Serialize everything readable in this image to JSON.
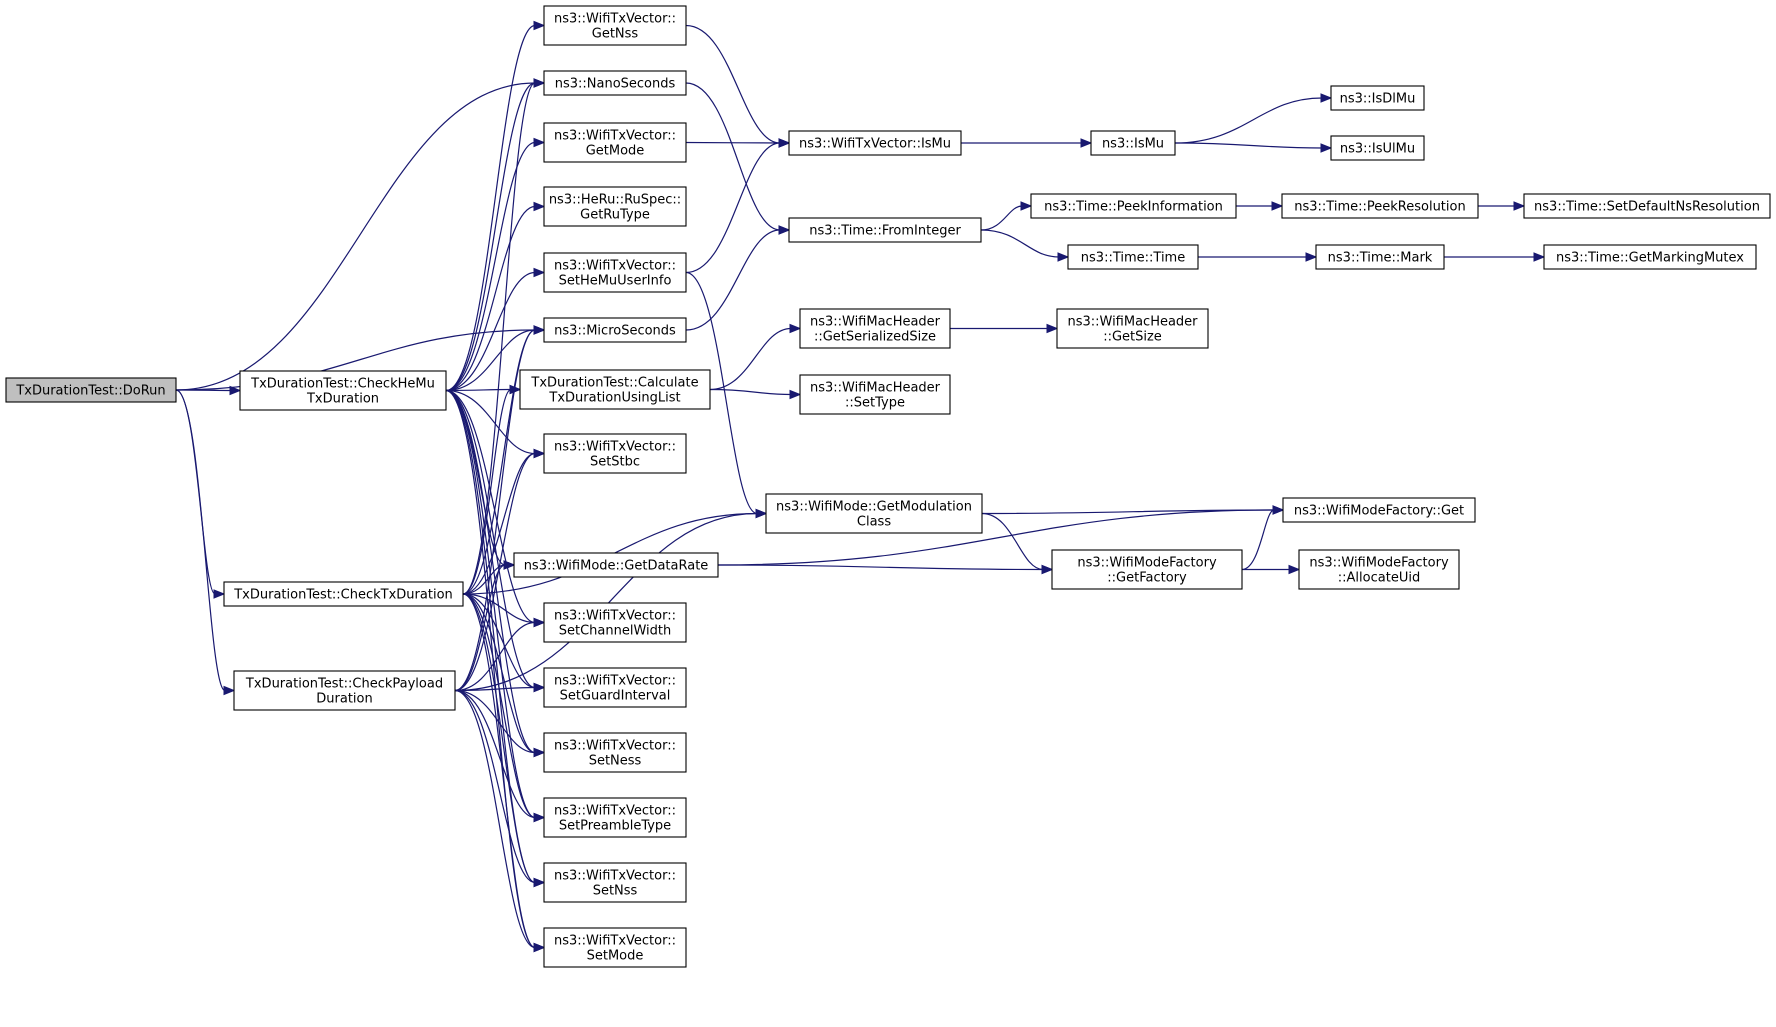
{
  "colors": {
    "edge": "#191970",
    "node_border": "#000000",
    "root_fill": "#bfbfbf",
    "node_fill": "#ffffff"
  },
  "nodes": [
    {
      "id": "dorun",
      "lines": [
        "TxDurationTest::DoRun"
      ],
      "root": true
    },
    {
      "id": "checkhemu",
      "lines": [
        "TxDurationTest::CheckHeMu",
        "TxDuration"
      ]
    },
    {
      "id": "checktx",
      "lines": [
        "TxDurationTest::CheckTxDuration"
      ]
    },
    {
      "id": "checkpayload",
      "lines": [
        "TxDurationTest::CheckPayload",
        "Duration"
      ]
    },
    {
      "id": "getnss",
      "lines": [
        "ns3::WifiTxVector::",
        "GetNss"
      ]
    },
    {
      "id": "nanoseconds",
      "lines": [
        "ns3::NanoSeconds"
      ]
    },
    {
      "id": "getmode",
      "lines": [
        "ns3::WifiTxVector::",
        "GetMode"
      ]
    },
    {
      "id": "getrutype",
      "lines": [
        "ns3::HeRu::RuSpec::",
        "GetRuType"
      ]
    },
    {
      "id": "sethemu",
      "lines": [
        "ns3::WifiTxVector::",
        "SetHeMuUserInfo"
      ]
    },
    {
      "id": "microseconds",
      "lines": [
        "ns3::MicroSeconds"
      ]
    },
    {
      "id": "calclist",
      "lines": [
        "TxDurationTest::Calculate",
        "TxDurationUsingList"
      ]
    },
    {
      "id": "setstbc",
      "lines": [
        "ns3::WifiTxVector::",
        "SetStbc"
      ]
    },
    {
      "id": "getdatarate",
      "lines": [
        "ns3::WifiMode::GetDataRate"
      ]
    },
    {
      "id": "setchw",
      "lines": [
        "ns3::WifiTxVector::",
        "SetChannelWidth"
      ]
    },
    {
      "id": "setgi",
      "lines": [
        "ns3::WifiTxVector::",
        "SetGuardInterval"
      ]
    },
    {
      "id": "setness",
      "lines": [
        "ns3::WifiTxVector::",
        "SetNess"
      ]
    },
    {
      "id": "setpre",
      "lines": [
        "ns3::WifiTxVector::",
        "SetPreambleType"
      ]
    },
    {
      "id": "setnss",
      "lines": [
        "ns3::WifiTxVector::",
        "SetNss"
      ]
    },
    {
      "id": "setmode",
      "lines": [
        "ns3::WifiTxVector::",
        "SetMode"
      ]
    },
    {
      "id": "ismuvec",
      "lines": [
        "ns3::WifiTxVector::IsMu"
      ]
    },
    {
      "id": "frominteger",
      "lines": [
        "ns3::Time::FromInteger"
      ]
    },
    {
      "id": "getserial",
      "lines": [
        "ns3::WifiMacHeader",
        "::GetSerializedSize"
      ]
    },
    {
      "id": "settype",
      "lines": [
        "ns3::WifiMacHeader",
        "::SetType"
      ]
    },
    {
      "id": "getmodclass",
      "lines": [
        "ns3::WifiMode::GetModulation",
        "Class"
      ]
    },
    {
      "id": "ismu",
      "lines": [
        "ns3::IsMu"
      ]
    },
    {
      "id": "isdlmu",
      "lines": [
        "ns3::IsDlMu"
      ]
    },
    {
      "id": "isulmu",
      "lines": [
        "ns3::IsUlMu"
      ]
    },
    {
      "id": "peekinfo",
      "lines": [
        "ns3::Time::PeekInformation"
      ]
    },
    {
      "id": "peekres",
      "lines": [
        "ns3::Time::PeekResolution"
      ]
    },
    {
      "id": "setdefns",
      "lines": [
        "ns3::Time::SetDefaultNsResolution"
      ]
    },
    {
      "id": "timetime",
      "lines": [
        "ns3::Time::Time"
      ]
    },
    {
      "id": "mark",
      "lines": [
        "ns3::Time::Mark"
      ]
    },
    {
      "id": "getmutex",
      "lines": [
        "ns3::Time::GetMarkingMutex"
      ]
    },
    {
      "id": "getsize",
      "lines": [
        "ns3::WifiMacHeader",
        "::GetSize"
      ]
    },
    {
      "id": "factoryget",
      "lines": [
        "ns3::WifiModeFactory::Get"
      ]
    },
    {
      "id": "getfactory",
      "lines": [
        "ns3::WifiModeFactory",
        "::GetFactory"
      ]
    },
    {
      "id": "allocuid",
      "lines": [
        "ns3::WifiModeFactory",
        "::AllocateUid"
      ]
    }
  ],
  "edges": [
    [
      "dorun",
      "checkhemu"
    ],
    [
      "dorun",
      "checktx"
    ],
    [
      "dorun",
      "checkpayload"
    ],
    [
      "dorun",
      "nanoseconds"
    ],
    [
      "dorun",
      "microseconds"
    ],
    [
      "checkhemu",
      "getnss"
    ],
    [
      "checkhemu",
      "nanoseconds"
    ],
    [
      "checkhemu",
      "getmode"
    ],
    [
      "checkhemu",
      "getrutype"
    ],
    [
      "checkhemu",
      "sethemu"
    ],
    [
      "checkhemu",
      "microseconds"
    ],
    [
      "checkhemu",
      "calclist"
    ],
    [
      "checkhemu",
      "setstbc"
    ],
    [
      "checkhemu",
      "getdatarate"
    ],
    [
      "checkhemu",
      "setchw"
    ],
    [
      "checkhemu",
      "setgi"
    ],
    [
      "checkhemu",
      "setness"
    ],
    [
      "checkhemu",
      "setpre"
    ],
    [
      "checkhemu",
      "setnss"
    ],
    [
      "checkhemu",
      "setmode"
    ],
    [
      "checktx",
      "nanoseconds"
    ],
    [
      "checktx",
      "microseconds"
    ],
    [
      "checktx",
      "calclist"
    ],
    [
      "checktx",
      "setstbc"
    ],
    [
      "checktx",
      "getdatarate"
    ],
    [
      "checktx",
      "getmodclass"
    ],
    [
      "checktx",
      "setchw"
    ],
    [
      "checktx",
      "setgi"
    ],
    [
      "checktx",
      "setness"
    ],
    [
      "checktx",
      "setpre"
    ],
    [
      "checktx",
      "setnss"
    ],
    [
      "checktx",
      "setmode"
    ],
    [
      "checkpayload",
      "microseconds"
    ],
    [
      "checkpayload",
      "setstbc"
    ],
    [
      "checkpayload",
      "getdatarate"
    ],
    [
      "checkpayload",
      "getmodclass"
    ],
    [
      "checkpayload",
      "setchw"
    ],
    [
      "checkpayload",
      "setgi"
    ],
    [
      "checkpayload",
      "setness"
    ],
    [
      "checkpayload",
      "setpre"
    ],
    [
      "checkpayload",
      "setnss"
    ],
    [
      "checkpayload",
      "setmode"
    ],
    [
      "getnss",
      "ismuvec"
    ],
    [
      "nanoseconds",
      "frominteger"
    ],
    [
      "getmode",
      "ismuvec"
    ],
    [
      "sethemu",
      "ismuvec"
    ],
    [
      "sethemu",
      "getmodclass"
    ],
    [
      "microseconds",
      "frominteger"
    ],
    [
      "calclist",
      "getserial"
    ],
    [
      "calclist",
      "settype"
    ],
    [
      "getdatarate",
      "getfactory"
    ],
    [
      "getdatarate",
      "factoryget"
    ],
    [
      "getmodclass",
      "factoryget"
    ],
    [
      "getmodclass",
      "getfactory"
    ],
    [
      "ismuvec",
      "ismu"
    ],
    [
      "ismu",
      "isdlmu"
    ],
    [
      "ismu",
      "isulmu"
    ],
    [
      "frominteger",
      "peekinfo"
    ],
    [
      "frominteger",
      "timetime"
    ],
    [
      "peekinfo",
      "peekres"
    ],
    [
      "peekres",
      "setdefns"
    ],
    [
      "timetime",
      "mark"
    ],
    [
      "mark",
      "getmutex"
    ],
    [
      "getserial",
      "getsize"
    ],
    [
      "getfactory",
      "factoryget"
    ],
    [
      "getfactory",
      "allocuid"
    ]
  ]
}
